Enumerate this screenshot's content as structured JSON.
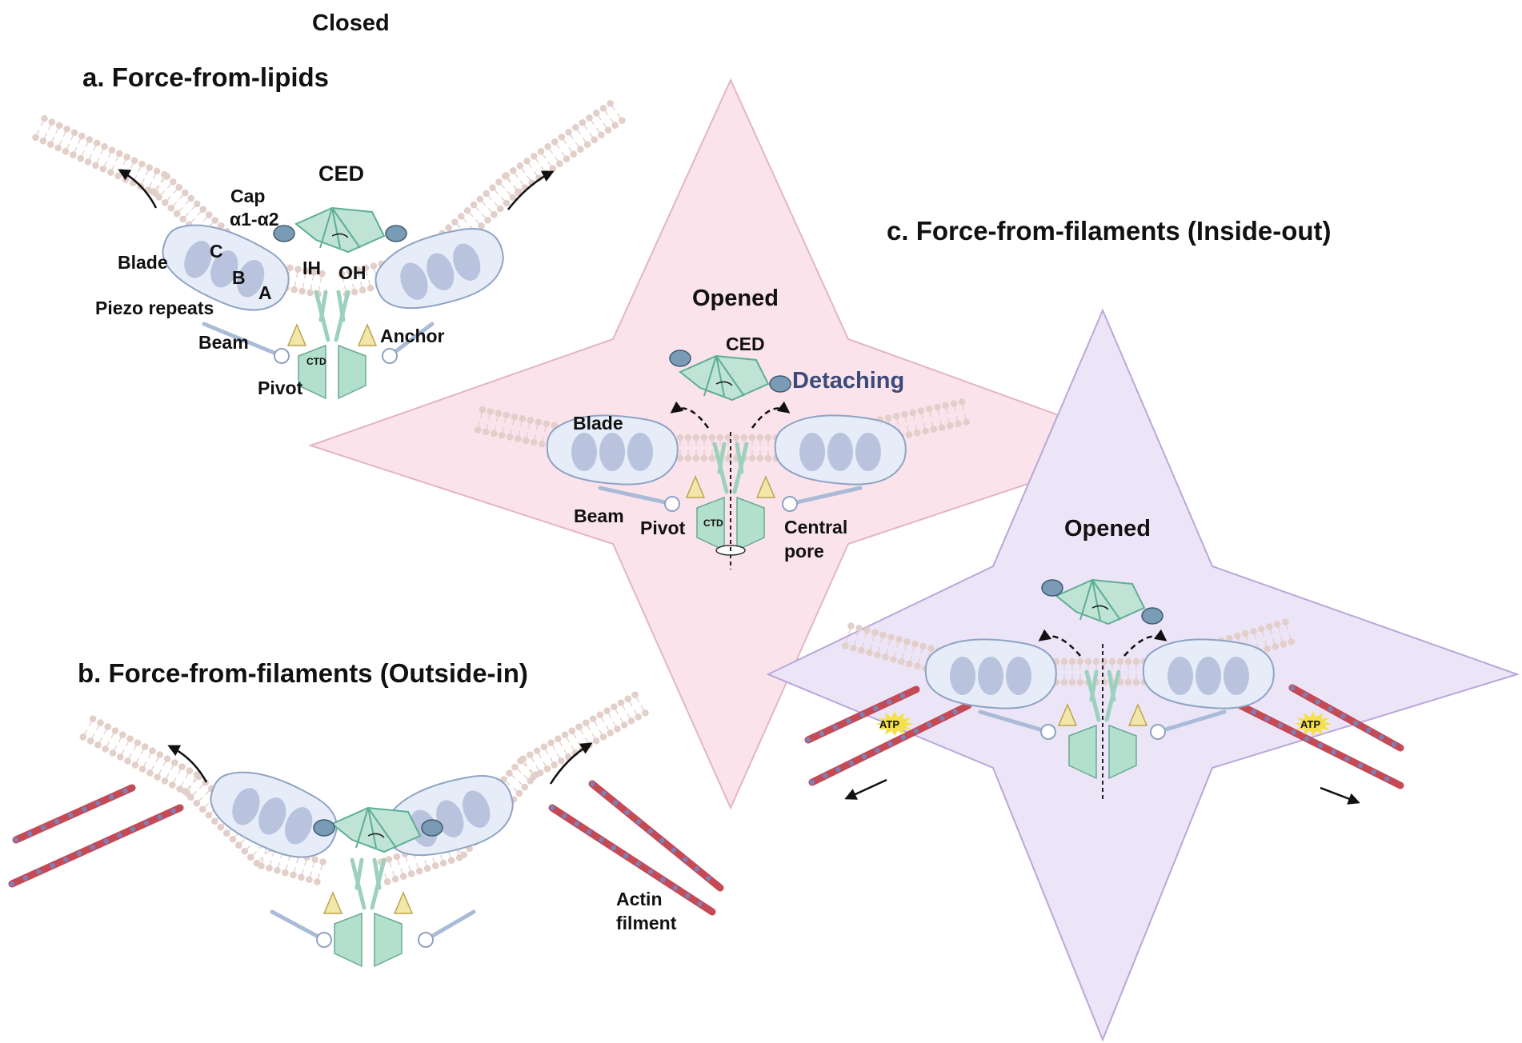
{
  "figure": {
    "state_closed_title": "Closed",
    "section_a_title": "a. Force-from-lipids",
    "section_b_title": "b. Force-from-filaments (Outside-in)",
    "section_c_title": "c. Force-from-filaments (Inside-out)",
    "opened_label_1": "Opened",
    "opened_label_2": "Opened",
    "colors": {
      "membrane": "#e3cfca",
      "blade_fill": "#e6edf8",
      "blade_stroke": "#8fa3c4",
      "repeat": "#b9c3dd",
      "ced": "#5fae95",
      "ced_light": "#bfe3d4",
      "cap": "#7a9bb5",
      "pore": "#b2e0cd",
      "anchor": "#f2e6a8",
      "star_pink": "#fbe3ec",
      "star_pink_stroke": "#e4b4c5",
      "star_purple": "#ece5f8",
      "star_purple_stroke": "#b9a7d9",
      "actin": "#c44a55",
      "atp": "#f5e04a",
      "detaching": "#3b4a7a"
    }
  },
  "panel_a": {
    "ced": "CED",
    "cap": "Cap",
    "cap_sub": "α1-α2",
    "blade": "Blade",
    "repeat_c": "C",
    "repeat_b": "B",
    "repeat_a": "A",
    "ih": "IH",
    "oh": "OH",
    "piezo_repeats": "Piezo repeats",
    "beam": "Beam",
    "anchor": "Anchor",
    "ctd": "CTD",
    "pivot": "Pivot"
  },
  "panel_open1": {
    "ced": "CED",
    "detaching": "Detaching",
    "blade": "Blade",
    "beam": "Beam",
    "pivot": "Pivot",
    "ctd": "CTD",
    "central": "Central",
    "pore": "pore"
  },
  "panel_b": {
    "actin": "Actin",
    "filment": "filment"
  },
  "panel_c": {
    "atp_left": "ATP",
    "atp_right": "ATP"
  }
}
